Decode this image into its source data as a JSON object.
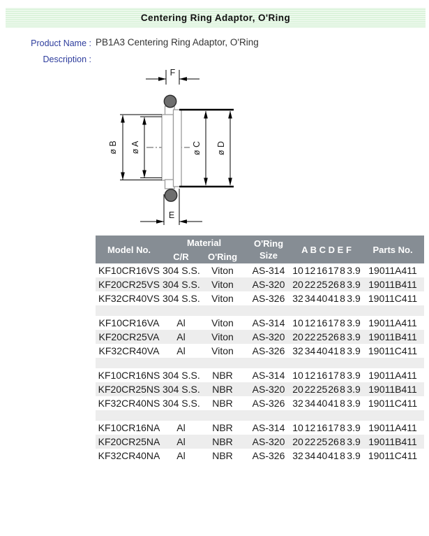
{
  "page": {
    "title_bar": "Centering Ring Adaptor, O'Ring"
  },
  "product": {
    "name_label": "Product Name :",
    "name_value": "PB1A3 Centering Ring Adaptor, O'Ring",
    "description_label": "Description :",
    "description_value": ""
  },
  "diagram": {
    "dim_labels": {
      "f": "F",
      "e": "E",
      "a": "ø A",
      "b": "ø B",
      "c": "ø C",
      "d": "ø D"
    }
  },
  "table": {
    "headers": {
      "model": "Model No.",
      "material": "Material",
      "cr": "C/R",
      "oring": "O'Ring",
      "size_line1": "O'Ring",
      "size_line2": "Size",
      "dims": "A B C D E F",
      "parts": "Parts No."
    },
    "groups": [
      {
        "rows": [
          {
            "model": "KF10CR16VS",
            "cr": "304\nS.S.",
            "oring": "Viton",
            "size": "AS-314",
            "a": "10",
            "b": "12",
            "c": "16",
            "d": "17",
            "e": "8",
            "f": "3.9",
            "parts": "19011A411"
          },
          {
            "model": "KF20CR25VS",
            "cr": "304\nS.S.",
            "oring": "Viton",
            "size": "AS-320",
            "a": "20",
            "b": "22",
            "c": "25",
            "d": "26",
            "e": "8",
            "f": "3.9",
            "parts": "19011B411"
          },
          {
            "model": "KF32CR40VS",
            "cr": "304\nS.S.",
            "oring": "Viton",
            "size": "AS-326",
            "a": "32",
            "b": "34",
            "c": "40",
            "d": "41",
            "e": "8",
            "f": "3.9",
            "parts": "19011C411"
          }
        ]
      },
      {
        "rows": [
          {
            "model": "KF10CR16VA",
            "cr": "Al",
            "oring": "Viton",
            "size": "AS-314",
            "a": "10",
            "b": "12",
            "c": "16",
            "d": "17",
            "e": "8",
            "f": "3.9",
            "parts": "19011A411"
          },
          {
            "model": "KF20CR25VA",
            "cr": "Al",
            "oring": "Viton",
            "size": "AS-320",
            "a": "20",
            "b": "22",
            "c": "25",
            "d": "26",
            "e": "8",
            "f": "3.9",
            "parts": "19011B411"
          },
          {
            "model": "KF32CR40VA",
            "cr": "Al",
            "oring": "Viton",
            "size": "AS-326",
            "a": "32",
            "b": "34",
            "c": "40",
            "d": "41",
            "e": "8",
            "f": "3.9",
            "parts": "19011C411"
          }
        ]
      },
      {
        "rows": [
          {
            "model": "KF10CR16NS",
            "cr": "304\nS.S.",
            "oring": "NBR",
            "size": "AS-314",
            "a": "10",
            "b": "12",
            "c": "16",
            "d": "17",
            "e": "8",
            "f": "3.9",
            "parts": "19011A411"
          },
          {
            "model": "KF20CR25NS",
            "cr": "304\nS.S.",
            "oring": "NBR",
            "size": "AS-320",
            "a": "20",
            "b": "22",
            "c": "25",
            "d": "26",
            "e": "8",
            "f": "3.9",
            "parts": "19011B411"
          },
          {
            "model": "KF32CR40NS",
            "cr": "304\nS.S.",
            "oring": "NBR",
            "size": "AS-326",
            "a": "32",
            "b": "34",
            "c": "40",
            "d": "41",
            "e": "8",
            "f": "3.9",
            "parts": "19011C411"
          }
        ]
      },
      {
        "rows": [
          {
            "model": "KF10CR16NA",
            "cr": "Al",
            "oring": "NBR",
            "size": "AS-314",
            "a": "10",
            "b": "12",
            "c": "16",
            "d": "17",
            "e": "8",
            "f": "3.9",
            "parts": "19011A411"
          },
          {
            "model": "KF20CR25NA",
            "cr": "Al",
            "oring": "NBR",
            "size": "AS-320",
            "a": "20",
            "b": "22",
            "c": "25",
            "d": "26",
            "e": "8",
            "f": "3.9",
            "parts": "19011B411"
          },
          {
            "model": "KF32CR40NA",
            "cr": "Al",
            "oring": "NBR",
            "size": "AS-326",
            "a": "32",
            "b": "34",
            "c": "40",
            "d": "41",
            "e": "8",
            "f": "3.9",
            "parts": "19011C411"
          }
        ]
      }
    ]
  },
  "theme": {
    "title_stripe_light": "#f2fbf2",
    "title_stripe_dark": "#d6f1d6",
    "label_blue": "#2e3d9d",
    "table_header_bg": "#868d94",
    "table_header_text": "#ffffff",
    "row_stripe_bg": "#ededed",
    "text_dark": "#1c1c1c"
  }
}
